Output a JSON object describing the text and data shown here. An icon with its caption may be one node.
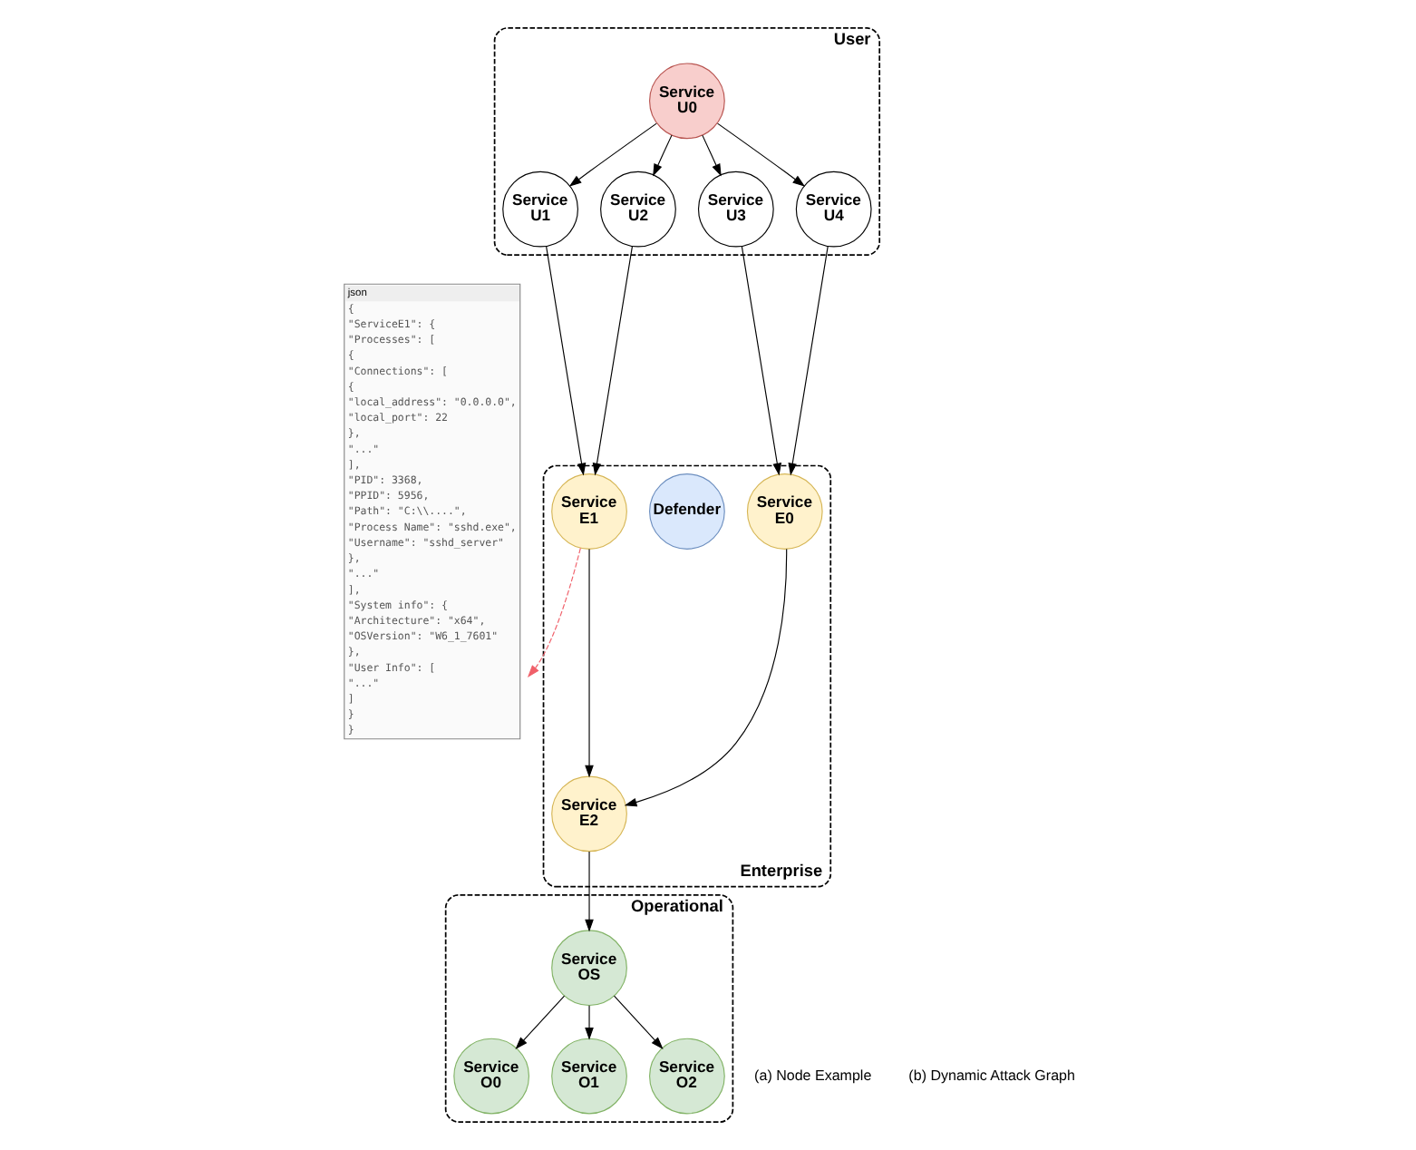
{
  "diagram": {
    "nodes": [
      {
        "text": [
          "json",
          "{",
          "\"ServiceE1\": {",
          "\"Processes\": [",
          "{",
          "\"Connections\": [",
          "{",
          "\"local_address\": \"0.0.0.0\",",
          "\"local_port\": 22",
          "},",
          "\"...\"",
          "],",
          "\"PID\": 3368,",
          "\"PPID\": 5956,",
          "\"Path\": \"C:\\\\....\",",
          "\"Process Name\": \"sshd.exe\",",
          "\"Username\": \"sshd_server\"",
          "},",
          "\"...\"",
          "],",
          "\"System info\": {",
          "\"Architecture\": \"x64\",",
          "\"OSVersion\": \"W6_1_7601\"",
          "},",
          "\"User Info\": [",
          "\"...\"",
          "]",
          "}",
          "}"
        ]
      },
      {
        "text": [
          "User"
        ]
      },
      {
        "text": [
          "Service U0"
        ],
        "in": 1
      },
      {
        "text": [
          "Service U1"
        ],
        "in": 1
      },
      {
        "text": [
          "Service U2"
        ],
        "in": 1
      },
      {
        "text": [
          "Service U3"
        ],
        "in": 1
      },
      {
        "text": [
          "Service U4"
        ],
        "in": 1
      },
      {
        "text": [
          "Enterprise"
        ]
      },
      {
        "text": [
          "Defender"
        ],
        "in": 7
      },
      {
        "text": [
          "Service E1"
        ],
        "in": 7
      },
      {
        "text": [
          "Service E0"
        ],
        "in": 7
      },
      {
        "text": [
          "Service E2"
        ],
        "in": 7
      },
      {
        "text": [
          "Operational"
        ]
      },
      {
        "text": [
          "Service OS"
        ],
        "in": 12
      },
      {
        "text": [
          "Service O0"
        ],
        "in": 12
      },
      {
        "text": [
          "Service O1"
        ],
        "in": 12
      },
      {
        "text": [
          "Service O2"
        ],
        "in": 12
      }
    ],
    "edges": [
      {
        "from": 2,
        "to": 3,
        "arrow": "to"
      },
      {
        "from": 2,
        "to": 4,
        "arrow": "to"
      },
      {
        "from": 2,
        "to": 5,
        "arrow": "to"
      },
      {
        "from": 2,
        "to": 6,
        "arrow": "to"
      },
      {
        "from": 3,
        "to": 9,
        "arrow": "to"
      },
      {
        "from": 4,
        "to": 9,
        "arrow": "to"
      },
      {
        "from": 5,
        "to": 10,
        "arrow": "to"
      },
      {
        "from": 6,
        "to": 10,
        "arrow": "to"
      },
      {
        "from": 9,
        "to": 0,
        "arrow": "to",
        "style": "dashed",
        "color": "#f0606a"
      },
      {
        "from": 9,
        "to": 11,
        "arrow": "to"
      },
      {
        "from": 10,
        "to": 11,
        "arrow": "to"
      },
      {
        "from": 11,
        "to": 13,
        "arrow": "to"
      },
      {
        "from": 13,
        "to": 14,
        "arrow": "to"
      },
      {
        "from": 13,
        "to": 15,
        "arrow": "to"
      },
      {
        "from": 13,
        "to": 16,
        "arrow": "to"
      }
    ],
    "labels": [
      "(a) Node Example",
      "(b) Dynamic Attack Graph"
    ]
  }
}
